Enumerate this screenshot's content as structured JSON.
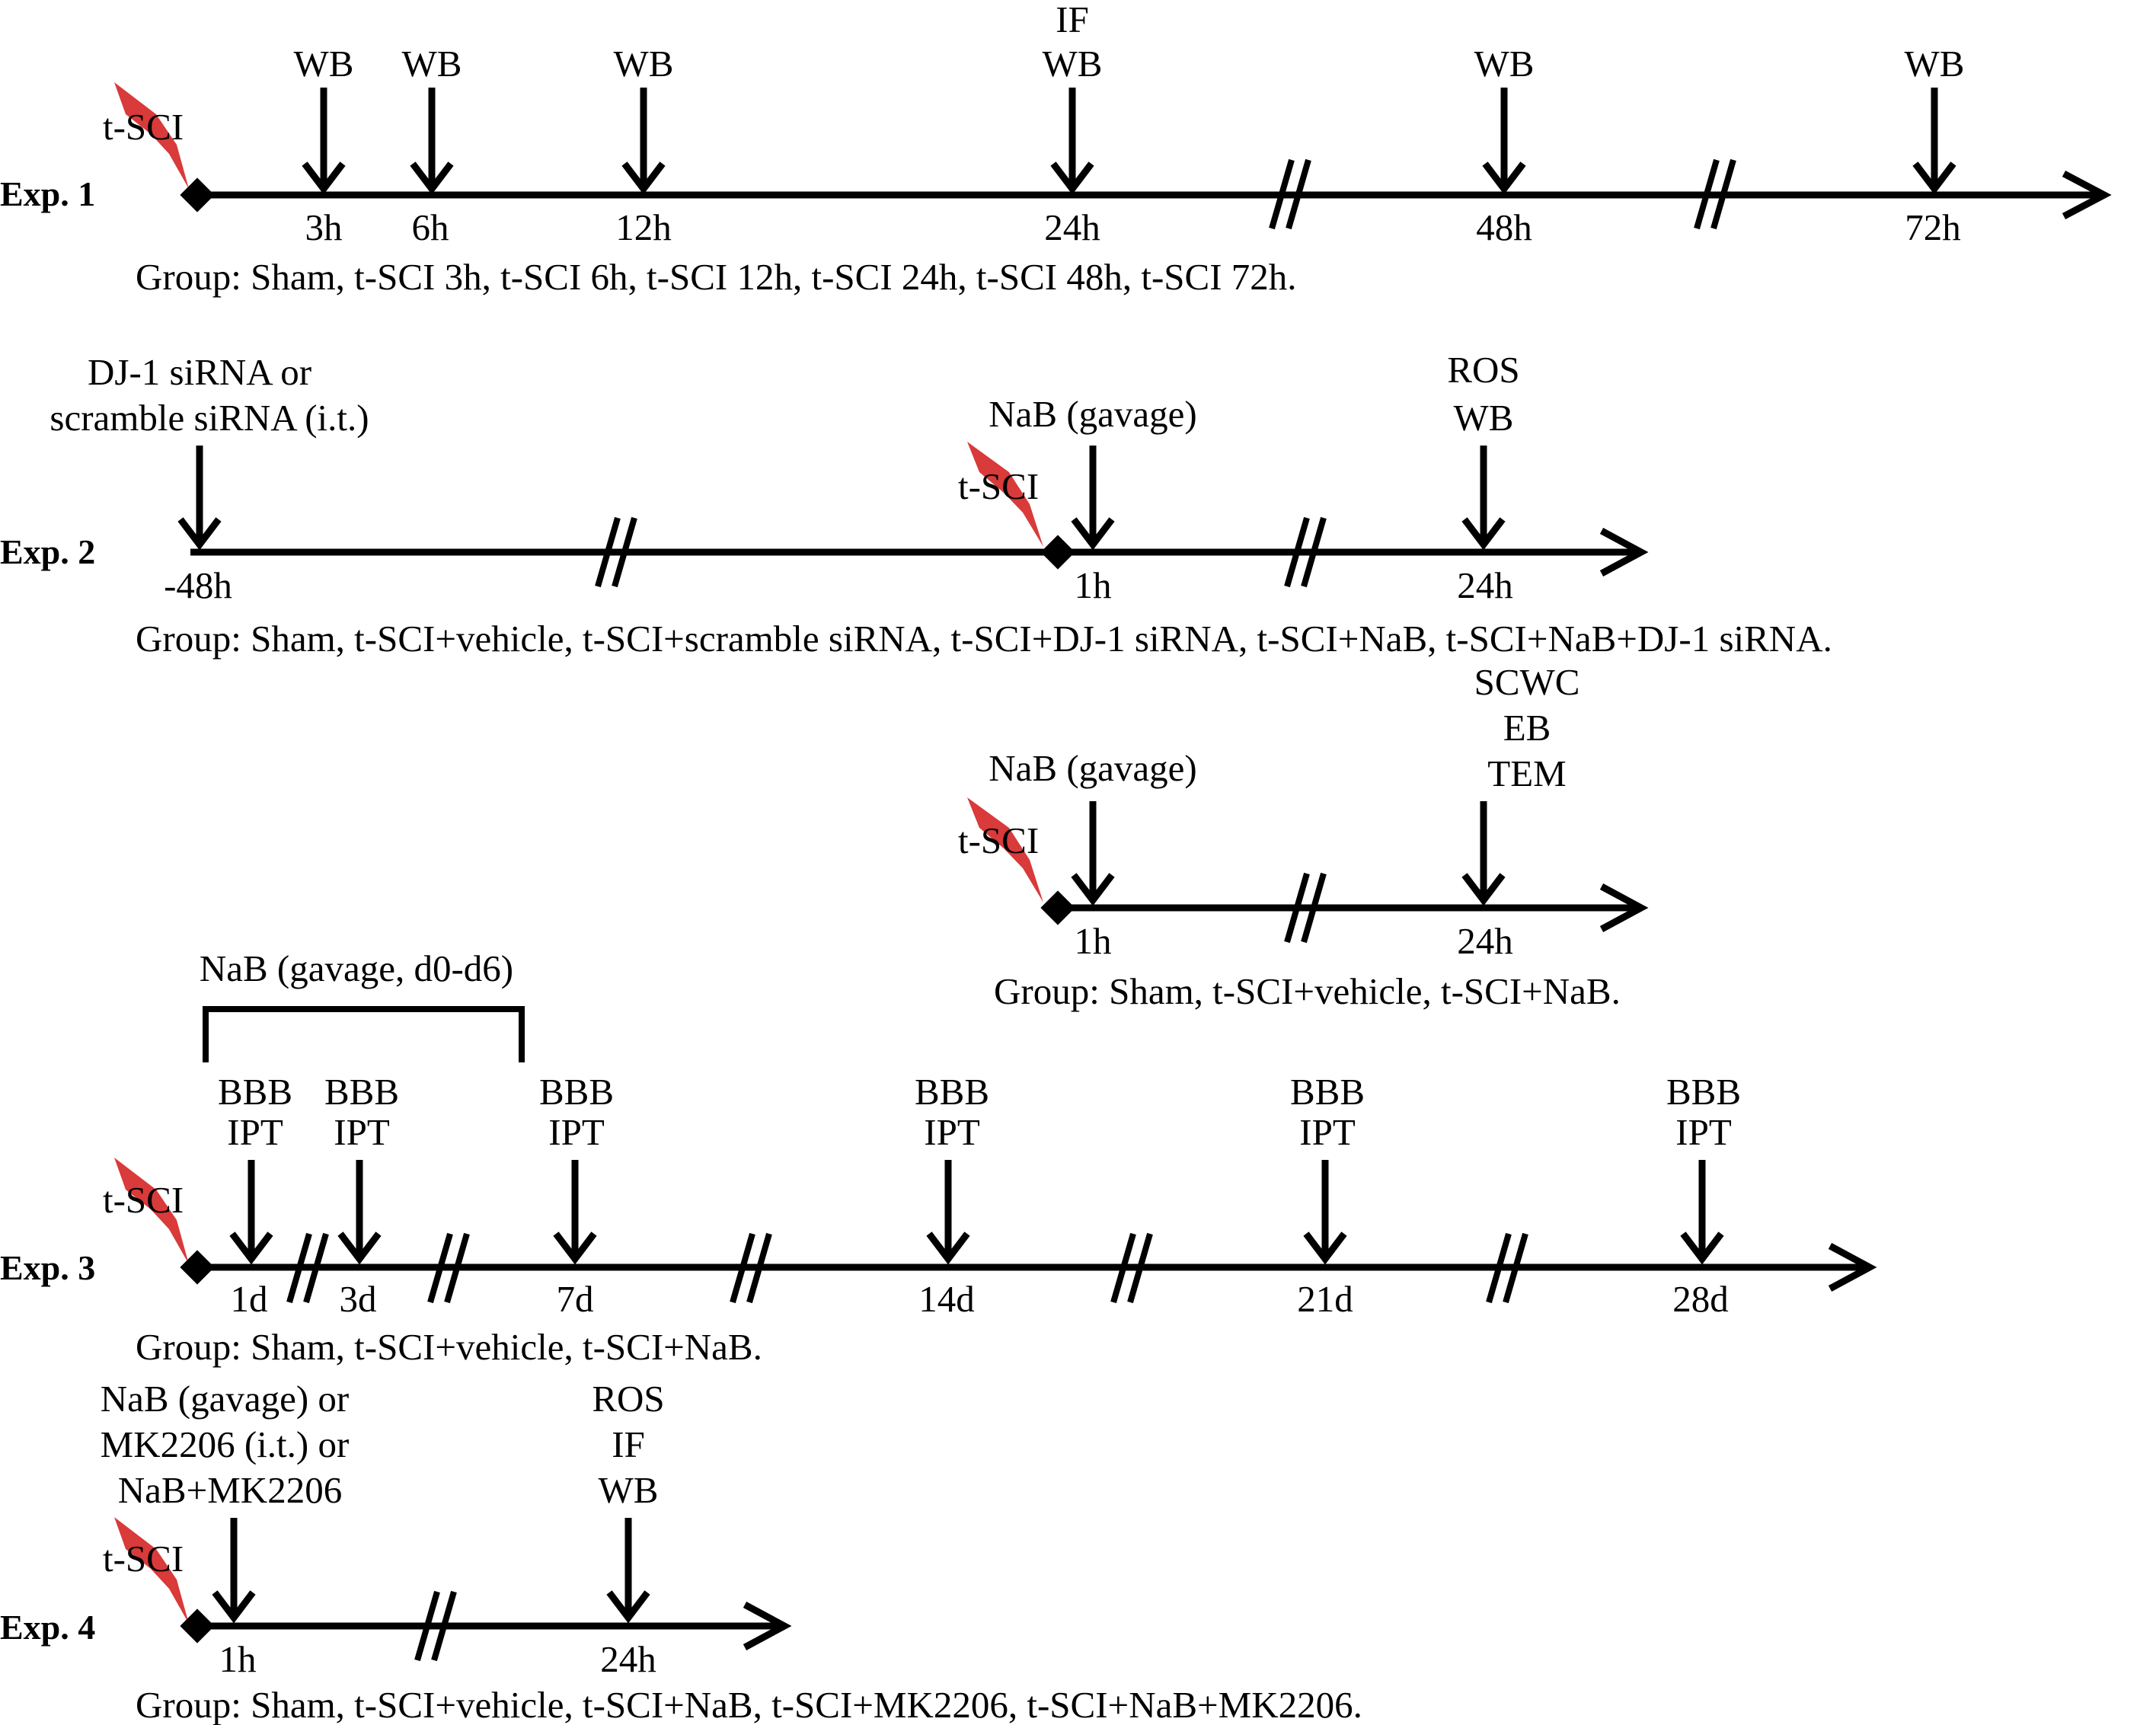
{
  "experiments": [
    {
      "label": "Exp. 1",
      "injury_label": "t-SCI",
      "group": "Group: Sham, t-SCI 3h, t-SCI 6h, t-SCI 12h, t-SCI 24h, t-SCI 48h, t-SCI 72h.",
      "ticks": [
        "3h",
        "6h",
        "12h",
        "24h",
        "48h",
        "72h"
      ],
      "markers": [
        {
          "lines": [
            "WB"
          ]
        },
        {
          "lines": [
            "WB"
          ]
        },
        {
          "lines": [
            "WB"
          ]
        },
        {
          "lines": [
            "IF",
            "WB"
          ]
        },
        {
          "lines": [
            "WB"
          ]
        },
        {
          "lines": [
            "WB"
          ]
        }
      ]
    },
    {
      "label": "Exp. 2",
      "injury_label": "t-SCI",
      "injury_label_b": "t-SCI",
      "pre_treatment": [
        "DJ-1 siRNA or",
        "scramble siRNA (i.t.)"
      ],
      "treatment": "NaB (gavage)",
      "treatment_b": "NaB (gavage)",
      "ticks": [
        "-48h",
        "1h",
        "24h"
      ],
      "ticks_b": [
        "1h",
        "24h"
      ],
      "assay": [
        "ROS",
        "WB"
      ],
      "assay_b": [
        "SCWC",
        "EB",
        "TEM"
      ],
      "group": "Group: Sham, t-SCI+vehicle, t-SCI+scramble siRNA, t-SCI+DJ-1 siRNA, t-SCI+NaB, t-SCI+NaB+DJ-1 siRNA.",
      "group_b": "Group: Sham, t-SCI+vehicle, t-SCI+NaB."
    },
    {
      "label": "Exp. 3",
      "injury_label": "t-SCI",
      "bracket_label": "NaB (gavage, d0-d6)",
      "ticks": [
        "1d",
        "3d",
        "7d",
        "14d",
        "21d",
        "28d"
      ],
      "marker_lines": [
        "BBB",
        "IPT"
      ],
      "group": "Group: Sham, t-SCI+vehicle, t-SCI+NaB."
    },
    {
      "label": "Exp. 4",
      "injury_label": "t-SCI",
      "treatment": [
        "NaB (gavage) or",
        "MK2206 (i.t.) or",
        "NaB+MK2206"
      ],
      "assay": [
        "ROS",
        "IF",
        "WB"
      ],
      "ticks": [
        "1h",
        "24h"
      ],
      "group": "Group: Sham, t-SCI+vehicle, t-SCI+NaB, t-SCI+MK2206, t-SCI+NaB+MK2206."
    }
  ],
  "colors": {
    "line": "#000000",
    "injury_bolt": "#d93a3a"
  }
}
